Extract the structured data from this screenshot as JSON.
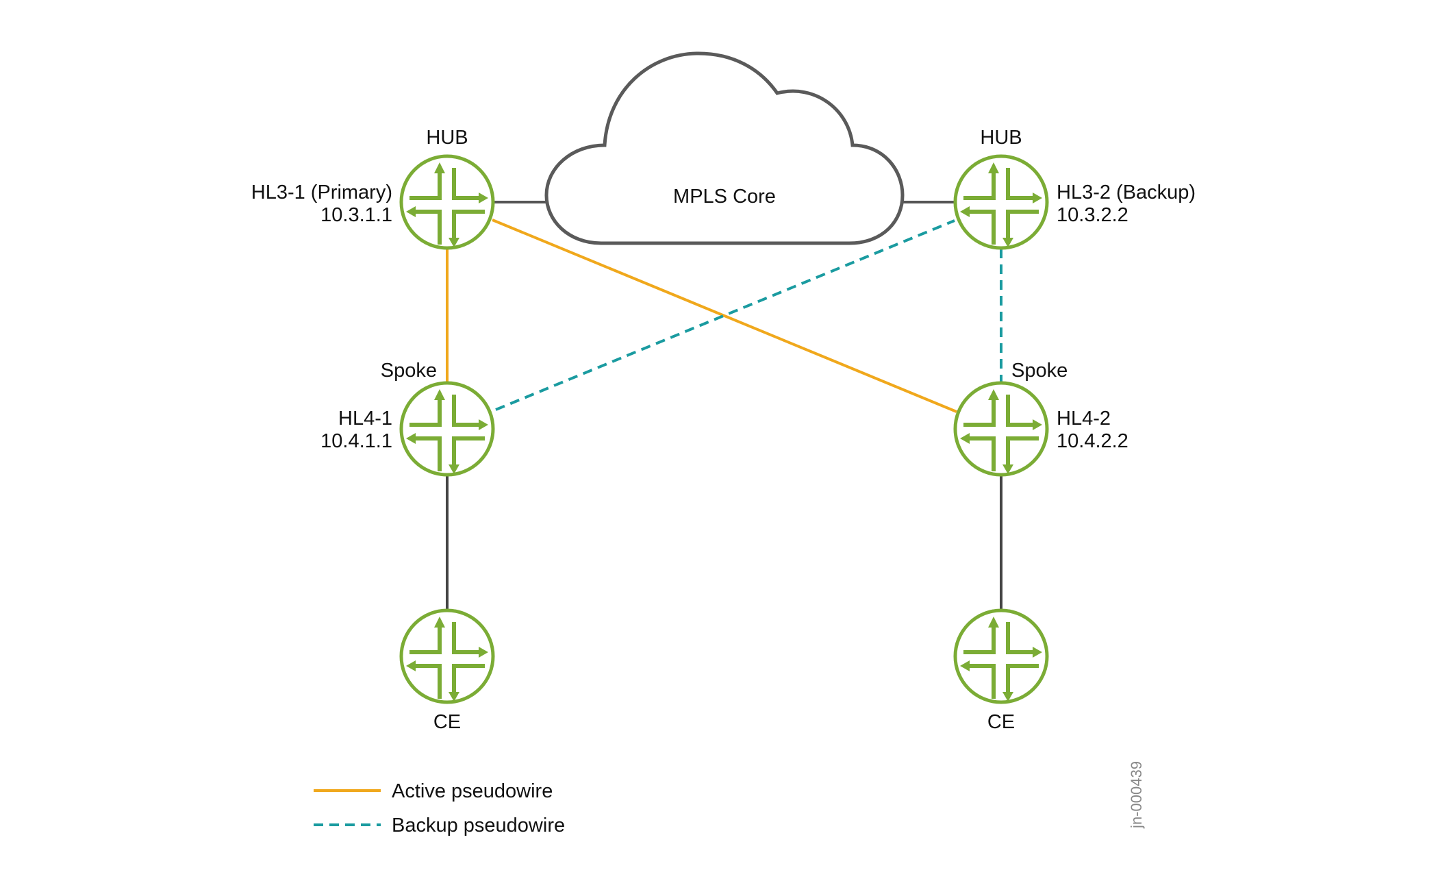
{
  "cloud": {
    "label": "MPLS Core"
  },
  "nodes": {
    "hl3_1": {
      "role": "HUB",
      "name": "HL3-1 (Primary)",
      "ip": "10.3.1.1"
    },
    "hl3_2": {
      "role": "HUB",
      "name": "HL3-2 (Backup)",
      "ip": "10.3.2.2"
    },
    "hl4_1": {
      "role": "Spoke",
      "name": "HL4-1",
      "ip": "10.4.1.1"
    },
    "hl4_2": {
      "role": "Spoke",
      "name": "HL4-2",
      "ip": "10.4.2.2"
    },
    "ce_left": {
      "name": "CE"
    },
    "ce_right": {
      "name": "CE"
    }
  },
  "legend": {
    "active": "Active pseudowire",
    "backup": "Backup pseudowire"
  },
  "figure_id": "jn-000439",
  "colors": {
    "router": "#7bac35",
    "active": "#f0a81c",
    "backup": "#1a9ba0",
    "link": "#555555"
  }
}
